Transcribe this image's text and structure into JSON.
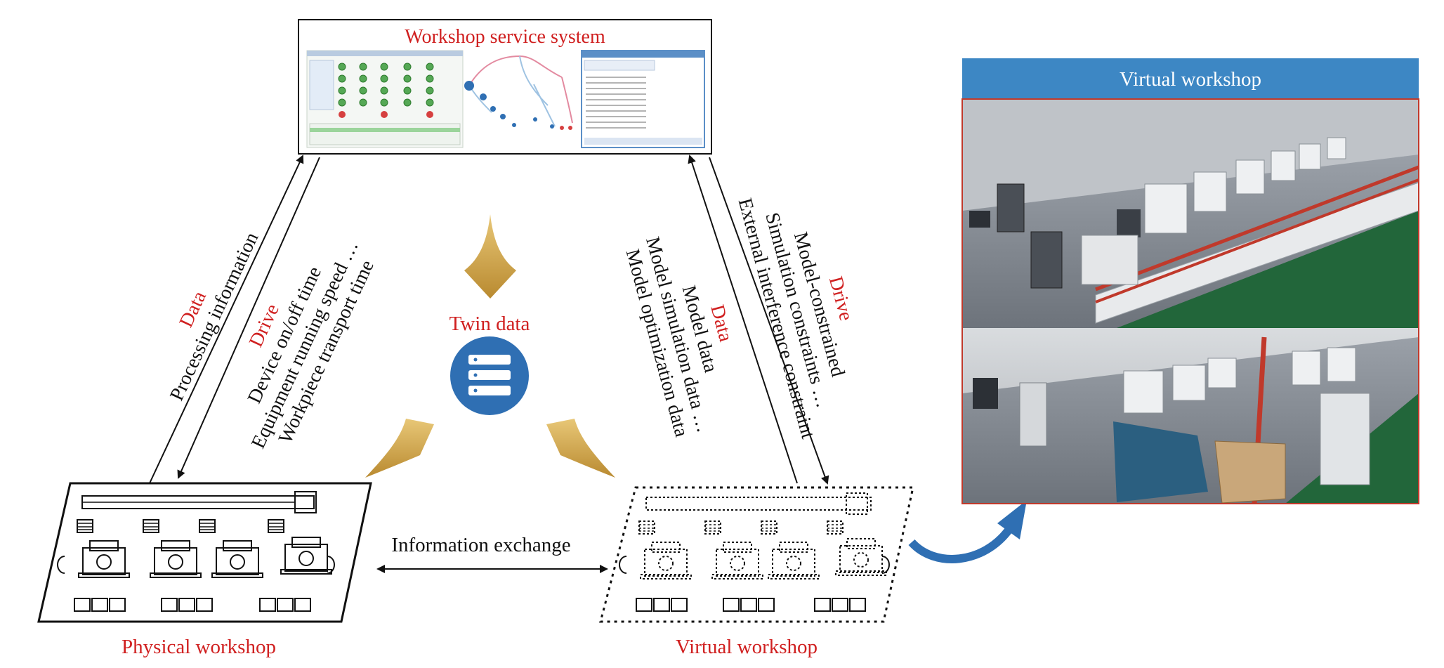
{
  "colors": {
    "red_label": "#d02020",
    "text": "#111111",
    "header_blue": "#3d87c4",
    "gold": "#d4ac55",
    "twin_icon": "#2f6fb3"
  },
  "service": {
    "title": "Workshop service system"
  },
  "twin": {
    "label": "Twin data",
    "icon": "database-server-icon"
  },
  "left_link": {
    "data_label": "Data",
    "data_lines": [
      "Processing information"
    ],
    "drive_label": "Drive",
    "drive_lines": [
      "Device on/off time",
      "Equipment running speed …",
      "Workpiece transport time"
    ]
  },
  "right_link": {
    "data_label": "Data",
    "data_lines": [
      "Model data",
      "Model simulation data …",
      "Model optimization data"
    ],
    "drive_label": "Drive",
    "drive_lines": [
      "Model-constrained",
      "Simulation constraints …",
      "External interference constraint"
    ]
  },
  "bottom_link": {
    "label": "Information exchange"
  },
  "physical": {
    "caption": "Physical workshop"
  },
  "virtual": {
    "caption": "Virtual workshop"
  },
  "virtual_view": {
    "header": "Virtual workshop"
  }
}
